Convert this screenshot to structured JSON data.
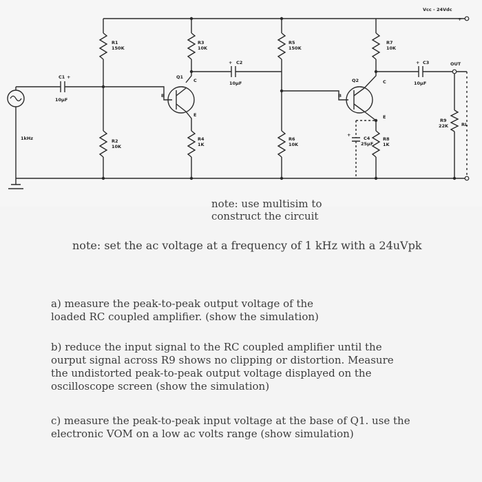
{
  "circuit": {
    "supply": "Vcc - 24Vdc",
    "source": "1kHz",
    "output": "OUT",
    "load": "RL",
    "r1": {
      "name": "R1",
      "value": "150K"
    },
    "r2": {
      "name": "R2",
      "value": "10K"
    },
    "r3": {
      "name": "R3",
      "value": "10K"
    },
    "r4": {
      "name": "R4",
      "value": "1K"
    },
    "r5": {
      "name": "R5",
      "value": "150K"
    },
    "r6": {
      "name": "R6",
      "value": "10K"
    },
    "r7": {
      "name": "R7",
      "value": "10K"
    },
    "r8": {
      "name": "R8",
      "value": "1K"
    },
    "r9": {
      "name": "R9",
      "value": "22K"
    },
    "c1": {
      "name": "C1",
      "value": "10μF"
    },
    "c2": {
      "name": "C2",
      "value": "10μF"
    },
    "c3": {
      "name": "C3",
      "value": "10μF"
    },
    "c4": {
      "name": "C4",
      "value": "25μF"
    },
    "q1": {
      "name": "Q1",
      "b": "B",
      "c": "C",
      "e": "E"
    },
    "q2": {
      "name": "Q2",
      "b": "B",
      "c": "C",
      "e": "E"
    }
  },
  "notes": {
    "note1_line1": "note: use multisim to",
    "note1_line2": "construct the circuit",
    "note2": "note: set the ac voltage at a frequency of 1 kHz  with a 24uVpk"
  },
  "questions": {
    "a": "a) measure the peak-to-peak output voltage of the loaded RC coupled amplifier. (show the simulation)",
    "b": "b) reduce the input signal to the RC coupled amplifier until the ourput signal across R9 shows no clipping or distortion. Measure the undistorted peak-to-peak output voltage displayed on the oscilloscope screen (show the simulation)",
    "c": "c) measure the peak-to-peak input voltage at the base of Q1. use the electronic VOM on a low ac volts range (show simulation)"
  }
}
